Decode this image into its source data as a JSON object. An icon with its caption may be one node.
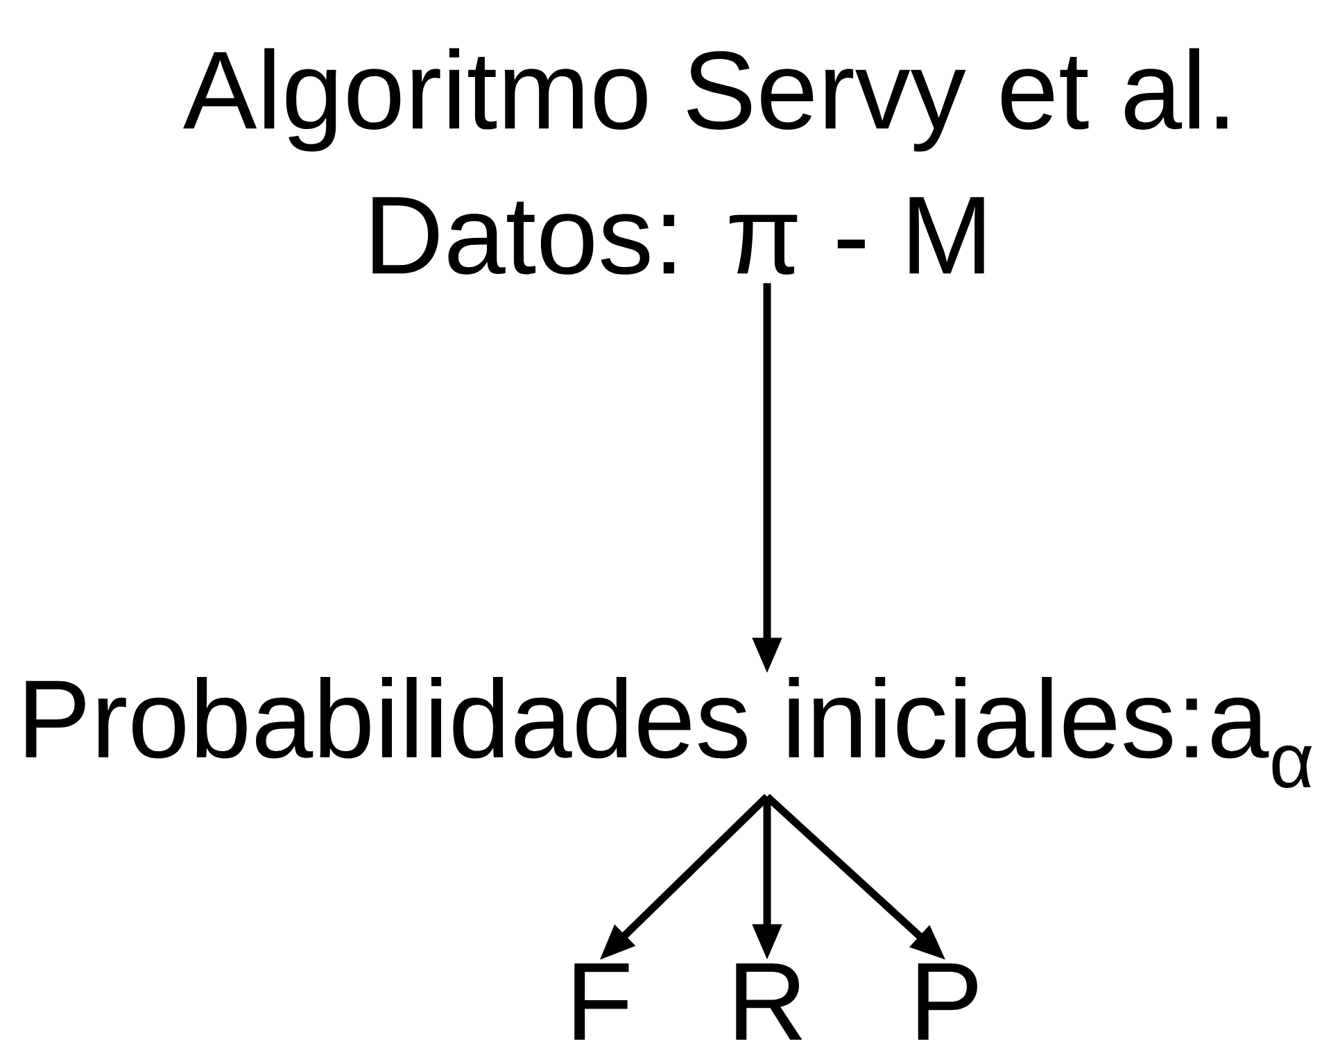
{
  "diagram": {
    "title": "Algoritmo Servy et al.",
    "nodes": [
      {
        "text": [
          "Datos: π - M"
        ]
      },
      {
        "text": [
          "Probabilidades iniciales:a$_{α}$"
        ]
      },
      {
        "text": [
          "F"
        ]
      },
      {
        "text": [
          "R"
        ]
      },
      {
        "text": [
          "P"
        ]
      }
    ],
    "edges": [
      {
        "from": 0,
        "to": 1,
        "arrow": "to"
      },
      {
        "from": 1,
        "to": 2,
        "arrow": "to"
      },
      {
        "from": 1,
        "to": 3,
        "arrow": "to"
      },
      {
        "from": 1,
        "to": 4,
        "arrow": "to"
      }
    ]
  }
}
